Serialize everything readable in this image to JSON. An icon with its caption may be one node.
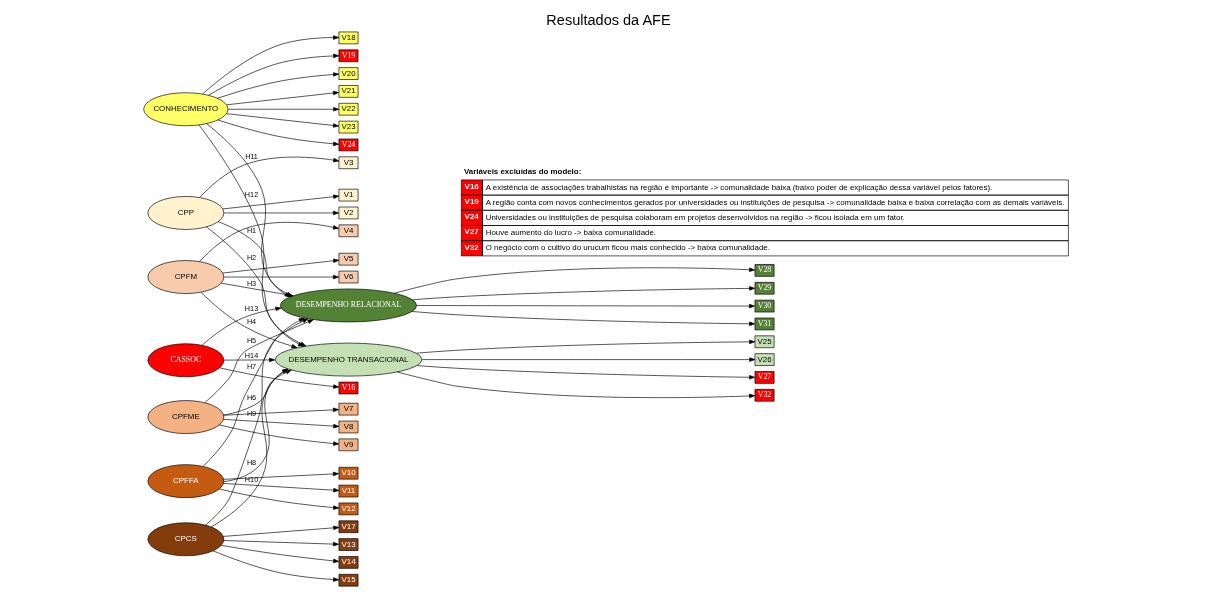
{
  "diagram": {
    "title": "Resultados da AFE",
    "nodes": [
      {
        "text": [
          "V18"
        ]
      },
      {
        "text": [
          "V19"
        ]
      },
      {
        "text": [
          "V20"
        ]
      },
      {
        "text": [
          "V21"
        ]
      },
      {
        "text": [
          "V22"
        ]
      },
      {
        "text": [
          "V23"
        ]
      },
      {
        "text": [
          "V24"
        ]
      },
      {
        "text": [
          "CONHECIMENTO"
        ]
      },
      {
        "text": [
          "V1"
        ]
      },
      {
        "text": [
          "V2"
        ]
      },
      {
        "text": [
          "V3"
        ]
      },
      {
        "text": [
          "CPP"
        ]
      },
      {
        "text": [
          "V4"
        ]
      },
      {
        "text": [
          "V5"
        ]
      },
      {
        "text": [
          "V6"
        ]
      },
      {
        "text": [
          "CPFM"
        ]
      },
      {
        "text": [
          "V7"
        ]
      },
      {
        "text": [
          "V8"
        ]
      },
      {
        "text": [
          "V9"
        ]
      },
      {
        "text": [
          "CPFME"
        ]
      },
      {
        "text": [
          "DESEMPENHO RELACIONAL"
        ]
      },
      {
        "text": [
          "V28"
        ]
      },
      {
        "text": [
          "V29"
        ]
      },
      {
        "text": [
          "V30"
        ]
      },
      {
        "text": [
          "V31"
        ]
      },
      {
        "text": [
          "V10"
        ]
      },
      {
        "text": [
          "V11"
        ]
      },
      {
        "text": [
          "V12"
        ]
      },
      {
        "text": [
          "CPFFA"
        ]
      },
      {
        "text": [
          "V13"
        ]
      },
      {
        "text": [
          "V14"
        ]
      },
      {
        "text": [
          "V15"
        ]
      },
      {
        "text": [
          "V17"
        ]
      },
      {
        "text": [
          "CPCS"
        ]
      },
      {
        "text": [
          "DESEMPENHO TRANSACIONAL"
        ]
      },
      {
        "text": [
          "V25"
        ]
      },
      {
        "text": [
          "V26"
        ]
      },
      {
        "text": [
          "V27"
        ]
      },
      {
        "text": [
          "V32"
        ]
      },
      {
        "text": [
          "V16"
        ]
      },
      {
        "text": [
          "CASSOC"
        ]
      }
    ],
    "edges": [
      {
        "from": 7,
        "to": 0,
        "arrow": "to"
      },
      {
        "from": 7,
        "to": 1,
        "arrow": "to"
      },
      {
        "from": 7,
        "to": 2,
        "arrow": "to"
      },
      {
        "from": 7,
        "to": 3,
        "arrow": "to"
      },
      {
        "from": 7,
        "to": 4,
        "arrow": "to"
      },
      {
        "from": 7,
        "to": 5,
        "arrow": "to"
      },
      {
        "from": 7,
        "to": 6,
        "arrow": "to"
      },
      {
        "from": 11,
        "to": 8,
        "arrow": "to"
      },
      {
        "from": 11,
        "to": 9,
        "arrow": "to"
      },
      {
        "from": 11,
        "to": 10,
        "arrow": "to"
      },
      {
        "from": 15,
        "to": 12,
        "arrow": "to"
      },
      {
        "from": 15,
        "to": 13,
        "arrow": "to"
      },
      {
        "from": 15,
        "to": 14,
        "arrow": "to"
      },
      {
        "from": 19,
        "to": 16,
        "arrow": "to"
      },
      {
        "from": 19,
        "to": 17,
        "arrow": "to"
      },
      {
        "from": 19,
        "to": 18,
        "arrow": "to"
      },
      {
        "from": 20,
        "to": 21,
        "arrow": "to"
      },
      {
        "from": 20,
        "to": 22,
        "arrow": "to"
      },
      {
        "from": 20,
        "to": 23,
        "arrow": "to"
      },
      {
        "from": 20,
        "to": 24,
        "arrow": "to"
      },
      {
        "from": 28,
        "to": 25,
        "arrow": "to"
      },
      {
        "from": 28,
        "to": 26,
        "arrow": "to"
      },
      {
        "from": 28,
        "to": 27,
        "arrow": "to"
      },
      {
        "from": 33,
        "to": 29,
        "arrow": "to"
      },
      {
        "from": 33,
        "to": 30,
        "arrow": "to"
      },
      {
        "from": 33,
        "to": 31,
        "arrow": "to"
      },
      {
        "from": 33,
        "to": 32,
        "arrow": "to"
      },
      {
        "from": 34,
        "to": 35,
        "arrow": "to"
      },
      {
        "from": 34,
        "to": 36,
        "arrow": "to"
      },
      {
        "from": 34,
        "to": 37,
        "arrow": "to"
      },
      {
        "from": 34,
        "to": 38,
        "arrow": "to"
      },
      {
        "from": 40,
        "to": 39,
        "arrow": "to"
      },
      {
        "from": 11,
        "to": 20,
        "arrow": "to",
        "label": "H1"
      },
      {
        "from": 11,
        "to": 34,
        "arrow": "to",
        "label": "H2"
      },
      {
        "from": 15,
        "to": 20,
        "arrow": "to",
        "label": "H3"
      },
      {
        "from": 15,
        "to": 34,
        "arrow": "to",
        "label": "H4"
      },
      {
        "from": 19,
        "to": 20,
        "arrow": "to",
        "label": "H5"
      },
      {
        "from": 19,
        "to": 34,
        "arrow": "to",
        "label": "H6"
      },
      {
        "from": 28,
        "to": 20,
        "arrow": "to",
        "label": "H7"
      },
      {
        "from": 28,
        "to": 34,
        "arrow": "to",
        "label": "H8"
      },
      {
        "from": 33,
        "to": 20,
        "arrow": "to",
        "label": "H9"
      },
      {
        "from": 33,
        "to": 34,
        "arrow": "to",
        "label": "H10"
      },
      {
        "from": 7,
        "to": 20,
        "arrow": "to",
        "label": "H11"
      },
      {
        "from": 7,
        "to": 34,
        "arrow": "to",
        "label": "H12"
      },
      {
        "from": 40,
        "to": 20,
        "arrow": "to",
        "label": "H13"
      },
      {
        "from": 40,
        "to": 34,
        "arrow": "to",
        "label": "H14"
      }
    ],
    "labels": [
      "Variáveis excluídas do modelo:",
      "V16",
      "A existência de associações trabalhistas na região é importante -> comunalidade baixa (baixo poder de explicação dessa variável pelos fatores).",
      "V19",
      "A região conta com novos conhecimentos gerados por universidades ou instituições de pesquisa -> comunalidade baixa e baixa correlação com as demais variáveis.",
      "V24",
      "Universidades ou instituições de pesquisa colaboram em projetos desenvolvidos na região -> ficou isolada em um fator.",
      "V27",
      "Houve aumento do lucro -> baixa comunalidade.",
      "V32",
      "O negócio com o cultivo do urucum ficou mais conhecido -> baixa comunalidade."
    ]
  }
}
